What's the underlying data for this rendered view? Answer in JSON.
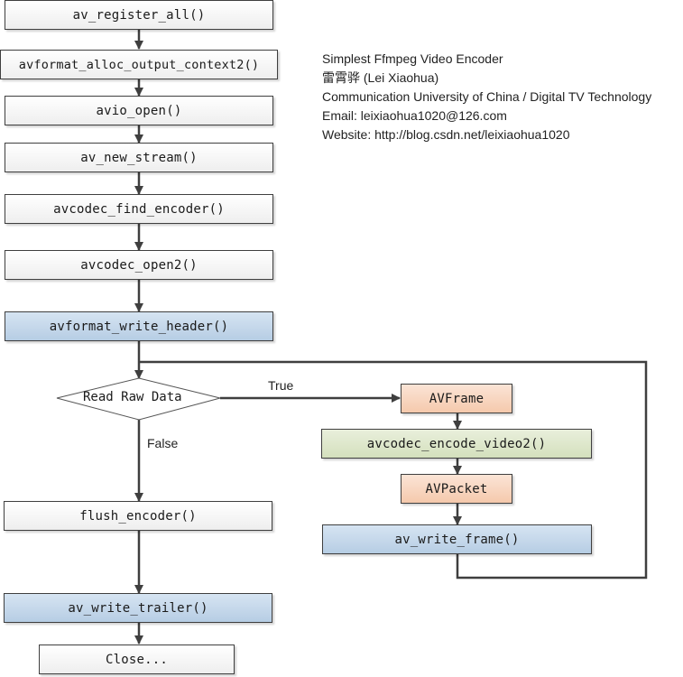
{
  "diagram": {
    "main_flow": [
      {
        "id": "register",
        "label": "av_register_all()",
        "style": "plain"
      },
      {
        "id": "alloc",
        "label": "avformat_alloc_output_context2()",
        "style": "plain"
      },
      {
        "id": "avio",
        "label": "avio_open()",
        "style": "plain"
      },
      {
        "id": "newstream",
        "label": "av_new_stream()",
        "style": "plain"
      },
      {
        "id": "findenc",
        "label": "avcodec_find_encoder()",
        "style": "plain"
      },
      {
        "id": "open2",
        "label": "avcodec_open2()",
        "style": "plain"
      },
      {
        "id": "header",
        "label": "avformat_write_header()",
        "style": "blue"
      }
    ],
    "decision": {
      "label": "Read Raw Data",
      "true_label": "True",
      "false_label": "False"
    },
    "loop": [
      {
        "id": "avframe",
        "label": "AVFrame",
        "style": "peach"
      },
      {
        "id": "encode",
        "label": "avcodec_encode_video2()",
        "style": "green"
      },
      {
        "id": "avpacket",
        "label": "AVPacket",
        "style": "peach"
      },
      {
        "id": "writeframe",
        "label": "av_write_frame()",
        "style": "blue"
      }
    ],
    "end_flow": [
      {
        "id": "flush",
        "label": "flush_encoder()",
        "style": "plain"
      },
      {
        "id": "trailer",
        "label": "av_write_trailer()",
        "style": "blue"
      },
      {
        "id": "close",
        "label": "Close...",
        "style": "plain"
      }
    ]
  },
  "info": {
    "title": "Simplest Ffmpeg Video Encoder",
    "author": "雷霄骅 (Lei Xiaohua)",
    "affiliation": "Communication University of China / Digital TV Technology",
    "email": "Email:  leixiaohua1020@126.com",
    "website": "Website:  http://blog.csdn.net/leixiaohua1020"
  },
  "colors": {
    "line": "#3f3f3f",
    "plain": "#f4f4f4",
    "blue": "#c4d7ea",
    "peach": "#f8d5bf",
    "green": "#dde7cb"
  }
}
